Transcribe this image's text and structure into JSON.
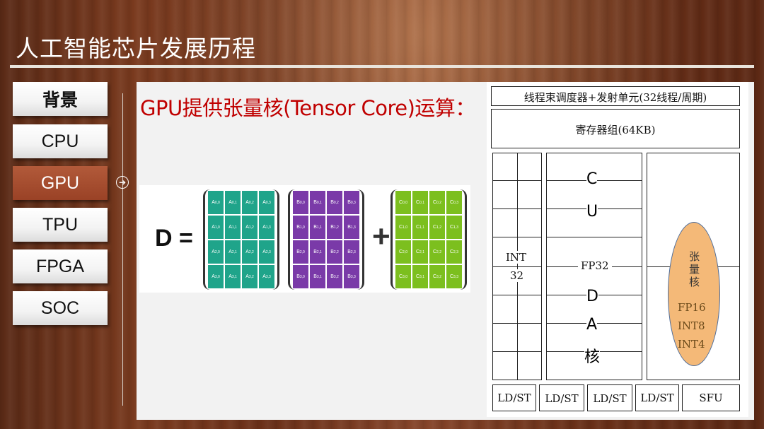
{
  "slide": {
    "title": "人工智能芯片发展历程",
    "heading": "GPU提供张量核(Tensor Core)运算："
  },
  "nav": {
    "items": [
      {
        "label": "背景",
        "active": false
      },
      {
        "label": "CPU",
        "active": false
      },
      {
        "label": "GPU",
        "active": true
      },
      {
        "label": "TPU",
        "active": false
      },
      {
        "label": "FPGA",
        "active": false
      },
      {
        "label": "SOC",
        "active": false
      }
    ]
  },
  "formula": {
    "lhs": "D =",
    "plus": "+",
    "matrices": [
      {
        "letter": "A",
        "color": "#1fa48a"
      },
      {
        "letter": "B",
        "color": "#7a3aa8"
      },
      {
        "letter": "C",
        "color": "#7cbf1e"
      }
    ]
  },
  "diagram": {
    "scheduler": "线程束调度器+发射单元(32线程/周期)",
    "registers": "寄存器组(64KB)",
    "int_label_1": "INT",
    "int_label_2": "32",
    "fp32": "FP32",
    "cuda_chars": [
      "C",
      "U",
      "D",
      "A",
      "核"
    ],
    "tensor_chars": [
      "张",
      "量",
      "核"
    ],
    "tensor_formats": [
      "FP16",
      "INT8",
      "INT4"
    ],
    "ldst": [
      "LD/ST",
      "LD/ST",
      "LD/ST",
      "LD/ST"
    ],
    "sfu": "SFU"
  },
  "colors": {
    "heading": "#c00000",
    "nav_active": "#a44a2c",
    "tensor_core_fill": "#f4b978"
  }
}
